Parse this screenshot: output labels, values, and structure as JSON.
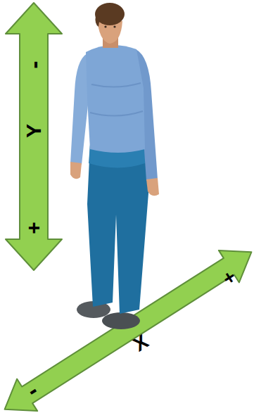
{
  "diagram": {
    "labels": [
      "-",
      "Y",
      "+",
      "+",
      "X",
      "-"
    ]
  }
}
